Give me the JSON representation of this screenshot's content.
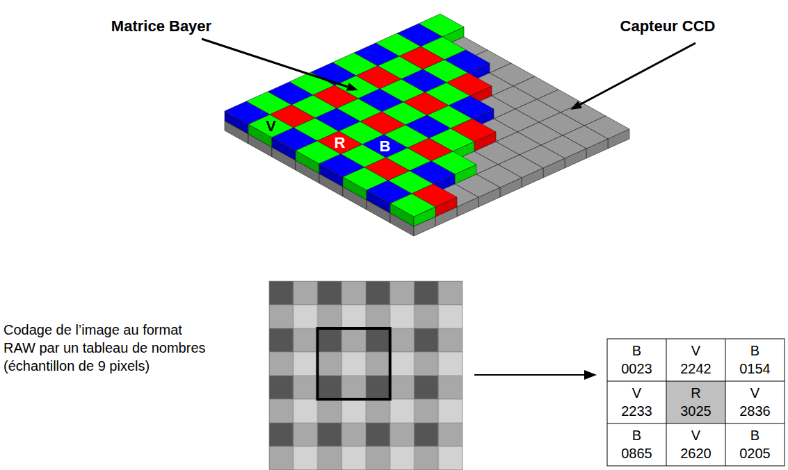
{
  "diagram": {
    "labels": [
      "Matrice Bayer",
      "Capteur CCD",
      "V",
      "R",
      "B",
      "Codage de l’image au format RAW par un tableau de nombres (échantillon de 9 pixels)",
      "B",
      "0023",
      "V",
      "2242",
      "B",
      "0154",
      "V",
      "2233",
      "R",
      "3025",
      "V",
      "2836",
      "B",
      "0865",
      "V",
      "2620",
      "B",
      "0205"
    ]
  }
}
